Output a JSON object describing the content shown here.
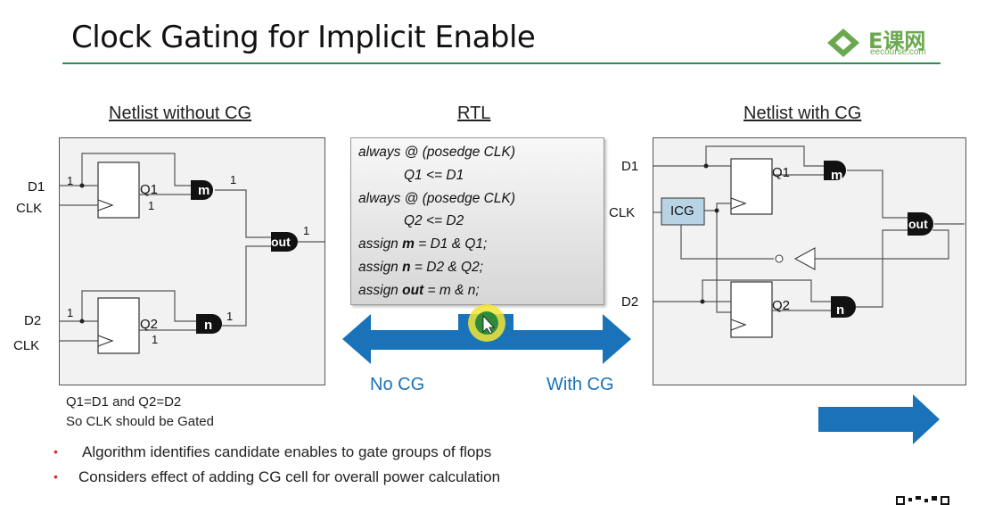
{
  "slide": {
    "title": "Clock Gating for Implicit Enable",
    "logo_main": "E课网",
    "logo_sub": "eecourse.com"
  },
  "sections": {
    "left_title": "Netlist without CG",
    "middle_title": "RTL",
    "right_title": "Netlist with CG"
  },
  "left_netlist": {
    "d1": "D1",
    "clk1": "CLK",
    "d2": "D2",
    "clk2": "CLK",
    "q1": "Q1",
    "q2": "Q2",
    "gate_m": "m",
    "gate_n": "n",
    "gate_out": "out",
    "bit_one": "1"
  },
  "right_netlist": {
    "d1": "D1",
    "clk": "CLK",
    "d2": "D2",
    "icg": "ICG",
    "q1": "Q1",
    "q2": "Q2",
    "gate_m": "m",
    "gate_n": "n",
    "gate_out": "out"
  },
  "rtl_code": {
    "l1": "always @ (posedge CLK)",
    "l2": "Q1 <= D1",
    "l3": "always @ (posedge CLK)",
    "l4": "Q2 <= D2",
    "l5_pre": "assign ",
    "l5_bold": "m",
    "l5_post": " = D1 & Q1;",
    "l6_pre": "assign ",
    "l6_bold": "n",
    "l6_post": " = D2 & Q2;",
    "l7_pre": "assign ",
    "l7_bold": "out",
    "l7_post": " = m & n;"
  },
  "arrow": {
    "left_label": "No CG",
    "right_label": "With CG",
    "color": "#1a72b8"
  },
  "notes": {
    "line1": "Q1=D1 and Q2=D2",
    "line2": "So CLK should be Gated"
  },
  "bullets": [
    "Algorithm identifies candidate enables to gate groups of flops",
    "Considers effect of adding CG cell for overall power calculation"
  ],
  "bullet_marker": "•"
}
